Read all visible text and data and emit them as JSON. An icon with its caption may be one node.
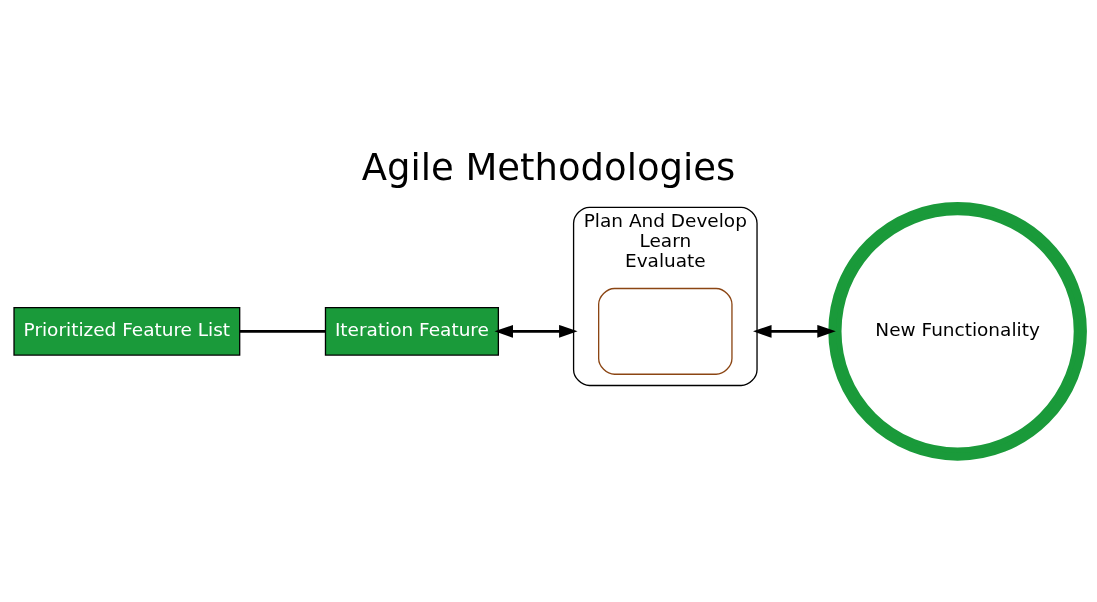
{
  "diagram": {
    "title": "Agile Methodologies",
    "nodes": [
      {
        "text": [
          "Prioritized Feature List"
        ]
      },
      {
        "text": [
          "Iteration Feature"
        ]
      },
      {
        "text": [
          "Plan And Develop",
          "Learn",
          "Evaluate"
        ]
      },
      {
        "text": [],
        "shape": "box",
        "in": 2
      },
      {
        "text": [
          "New Functionality"
        ]
      }
    ],
    "edges": [
      {
        "from": 0,
        "to": 1,
        "arrow": "none"
      },
      {
        "from": 1,
        "to": 2,
        "arrow": "both"
      },
      {
        "from": 2,
        "to": 4,
        "arrow": "both"
      }
    ]
  }
}
